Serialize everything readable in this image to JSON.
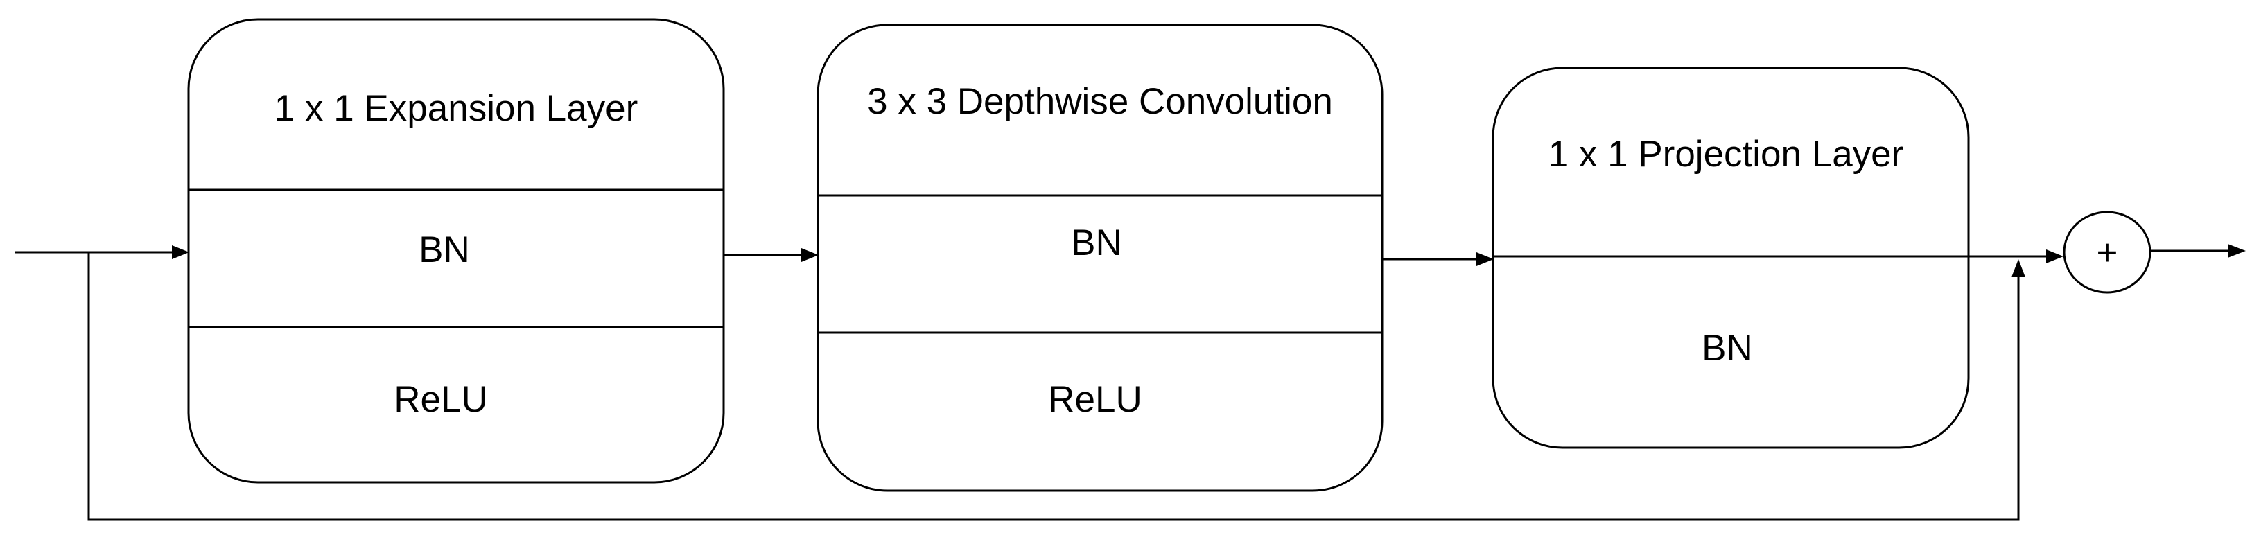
{
  "blocks": [
    {
      "title": "1 x 1 Expansion Layer",
      "layers": [
        "BN",
        "ReLU"
      ]
    },
    {
      "title": "3 x 3 Depthwise Convolution",
      "layers": [
        "BN",
        "ReLU"
      ]
    },
    {
      "title": "1 x 1 Projection Layer",
      "layers": [
        "BN"
      ]
    }
  ],
  "sum_node": {
    "symbol": "+"
  }
}
